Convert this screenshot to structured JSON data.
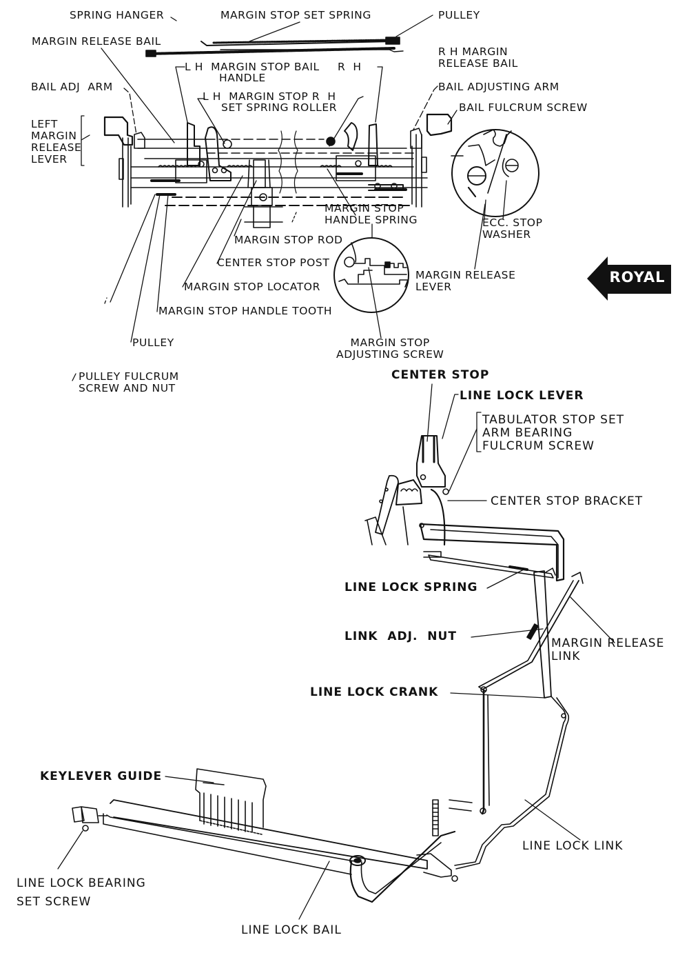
{
  "figure": {
    "brand_badge": "ROYAL",
    "top_assembly_labels": {
      "spring_hanger": "SPRING HANGER",
      "margin_stop_set_spring": "MARGIN STOP SET SPRING",
      "pulley_top": "PULLEY",
      "margin_release_bail": "MARGIN RELEASE BAIL",
      "rh_margin_release_bail": "R H MARGIN\nRELEASE BAIL",
      "lh_rh_margin_stop_bail_handle_left": "L H  MARGIN STOP BAIL",
      "lh_rh_margin_stop_bail_handle_right": "R  H",
      "lh_rh_margin_stop_bail_handle_second": "HANDLE",
      "bail_adj_arm": "BAIL ADJ  ARM",
      "bail_adjusting_arm": "BAIL ADJUSTING ARM",
      "lh_rh_set_spring_roller_left": "L H  MARGIN STOP R  H",
      "lh_rh_set_spring_roller_second": "SET SPRING ROLLER",
      "bail_fulcrum_screw": "BAIL FULCRUM SCREW",
      "left_margin_release_lever": "LEFT\nMARGIN\nRELEASE\nLEVER",
      "margin_stop_handle_spring": "MARGIN STOP\nHANDLE SPRING",
      "ecc_stop_washer": "ECC. STOP\nWASHER",
      "margin_stop_rod": "MARGIN STOP ROD",
      "center_stop_post": "CENTER STOP POST",
      "margin_release_lever": "MARGIN RELEASE\nLEVER",
      "margin_stop_locator": "MARGIN STOP LOCATOR",
      "margin_stop_handle_tooth": "MARGIN STOP HANDLE TOOTH",
      "pulley_bottom": "PULLEY",
      "margin_stop_adjusting_screw": "MARGIN STOP\nADJUSTING SCREW",
      "pulley_fulcrum_screw_and_nut": "PULLEY FULCRUM\nSCREW AND NUT"
    },
    "bottom_assembly_labels": {
      "center_stop": "CENTER STOP",
      "line_lock_lever": "LINE LOCK LEVER",
      "tabulator_stop_set_arm": "TABULATOR STOP SET\nARM BEARING\nFULCRUM SCREW",
      "center_stop_bracket": "CENTER STOP BRACKET",
      "line_lock_spring": "LINE LOCK SPRING",
      "link_adj_nut": "LINK  ADJ.  NUT",
      "margin_release_link": "MARGIN RELEASE\nLINK",
      "line_lock_crank": "LINE LOCK CRANK",
      "keylever_guide": "KEYLEVER GUIDE",
      "line_lock_link": "LINE LOCK LINK",
      "line_lock_bearing_set_screw": "LINE LOCK BEARING\nSET SCREW",
      "line_lock_bail": "LINE LOCK BAIL"
    }
  }
}
